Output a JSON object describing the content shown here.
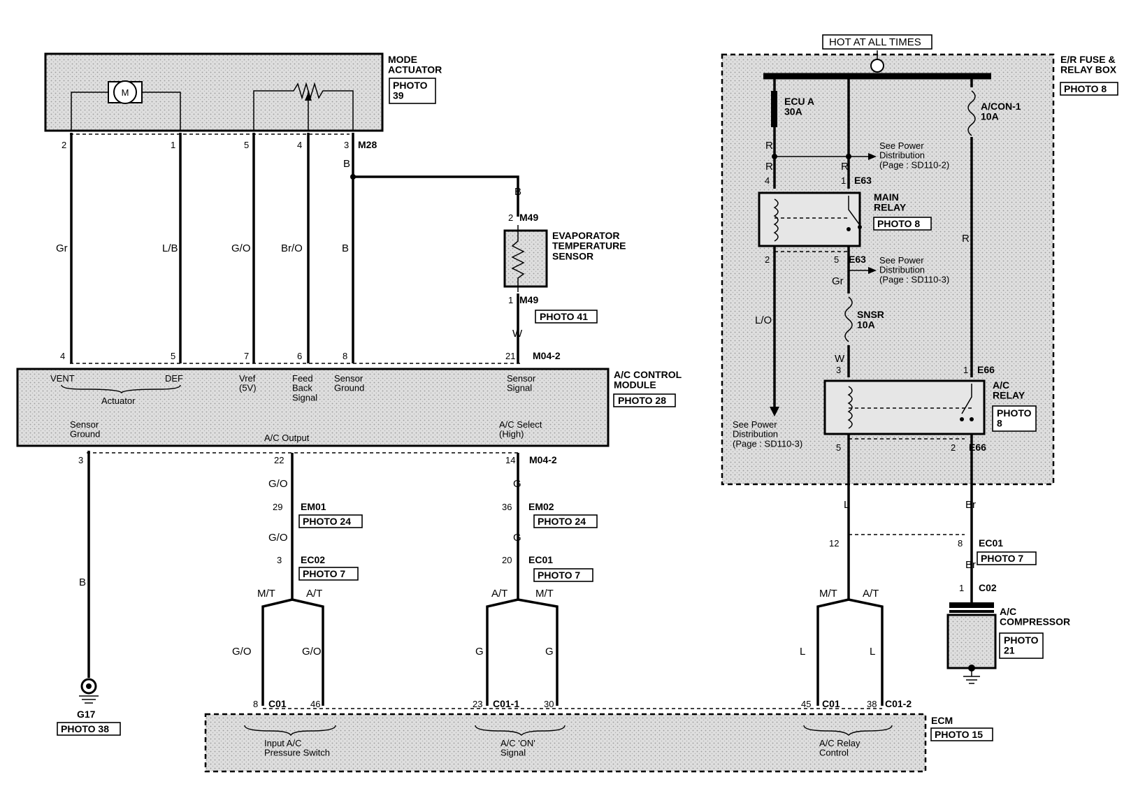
{
  "components": {
    "mode_actuator": {
      "name": "MODE\nACTUATOR",
      "photo": "PHOTO\n39",
      "connector": "M28",
      "motor_symbol": "M"
    },
    "evap_sensor": {
      "name": "EVAPORATOR\nTEMPERATURE\nSENSOR",
      "photo": "PHOTO 41",
      "connector": "M49"
    },
    "ac_control_module": {
      "name": "A/C CONTROL\nMODULE",
      "photo": "PHOTO 28",
      "connector_top": "M04-2",
      "connector_bottom": "M04-2"
    },
    "er_fuse_box": {
      "name": "E/R FUSE &\nRELAY BOX",
      "photo": "PHOTO 8",
      "hot_label": "HOT AT ALL TIMES"
    },
    "main_relay": {
      "name": "MAIN\nRELAY",
      "photo": "PHOTO 8",
      "connector_top": "E63",
      "connector_bottom": "E63"
    },
    "ac_relay": {
      "name": "A/C\nRELAY",
      "photo": "PHOTO\n8",
      "connector": "E66"
    },
    "ac_compressor": {
      "name": "A/C\nCOMPRESSOR",
      "photo": "PHOTO\n21",
      "connector": "C02"
    },
    "ecm": {
      "name": "ECM",
      "photo": "PHOTO 15"
    },
    "ground": {
      "name": "G17",
      "photo": "PHOTO 38"
    }
  },
  "fuses": [
    {
      "name": "ECU A\n30A"
    },
    {
      "name": "A/CON-1\n10A"
    },
    {
      "name": "SNSR\n10A"
    }
  ],
  "power_refs": [
    "See Power\nDistribution\n(Page : SD110-2)",
    "See Power\nDistribution\n(Page : SD110-3)",
    "See Power\nDistribution\n(Page : SD110-3)"
  ],
  "module_pins": {
    "top": [
      {
        "pin": "4",
        "label": "VENT"
      },
      {
        "pin": "5",
        "label": "DEF"
      },
      {
        "pin": "7",
        "label": "Vref\n(5V)"
      },
      {
        "pin": "6",
        "label": "Feed\nBack\nSignal"
      },
      {
        "pin": "8",
        "label": "Sensor\nGround"
      },
      {
        "pin": "21",
        "label": "Sensor\nSignal"
      }
    ],
    "actuator_label": "Actuator",
    "bottom": [
      {
        "pin": "3",
        "label": "Sensor\nGround"
      },
      {
        "pin": "22",
        "label": "A/C Output"
      },
      {
        "pin": "14",
        "label": "A/C Select\n(High)"
      }
    ]
  },
  "actuator_pins": [
    "2",
    "1",
    "5",
    "4",
    "3"
  ],
  "wire_colors": {
    "vent": "Gr",
    "def": "L/B",
    "vref": "G/O",
    "feedback": "Br/O",
    "sensor_ground": "B",
    "evap_top": "B",
    "evap_bottom": "W",
    "module_ground": "B",
    "ac_output": "G/O",
    "ac_select": "G",
    "ecu_fuse_out": "R",
    "main_relay_in": "R",
    "main_relay_out_low": "L/O",
    "main_relay_out": "Gr",
    "snsr_out": "W",
    "acon_out": "R",
    "ac_relay_out": "L",
    "compressor": "Br"
  },
  "connectors": {
    "em01": {
      "id": "EM01",
      "pin": "29",
      "photo": "PHOTO 24"
    },
    "em02": {
      "id": "EM02",
      "pin": "36",
      "photo": "PHOTO 24"
    },
    "ec02": {
      "id": "EC02",
      "pin": "3",
      "photo": "PHOTO 7"
    },
    "ec01_left": {
      "id": "EC01",
      "pin": "20",
      "photo": "PHOTO 7"
    },
    "ec01_right": {
      "id": "EC01",
      "pin": "8",
      "photo": "PHOTO 7"
    },
    "relay_c": {
      "pin": "12"
    }
  },
  "relay_pins": {
    "main": [
      "4",
      "1",
      "2",
      "5"
    ],
    "ac": [
      "3",
      "1",
      "5",
      "2"
    ],
    "compressor": "1"
  },
  "transmission": {
    "mt": "M/T",
    "at": "A/T"
  },
  "ecm_pins": [
    {
      "pin": "8",
      "conn": "C01"
    },
    {
      "pin": "46",
      "conn": ""
    },
    {
      "pin": "23",
      "conn": "C01-1"
    },
    {
      "pin": "30",
      "conn": ""
    },
    {
      "pin": "45",
      "conn": "C01"
    },
    {
      "pin": "38",
      "conn": "C01-2"
    }
  ],
  "ecm_signals": [
    "Input A/C\nPressure Switch",
    "A/C 'ON'\nSignal",
    "A/C Relay\nControl"
  ]
}
